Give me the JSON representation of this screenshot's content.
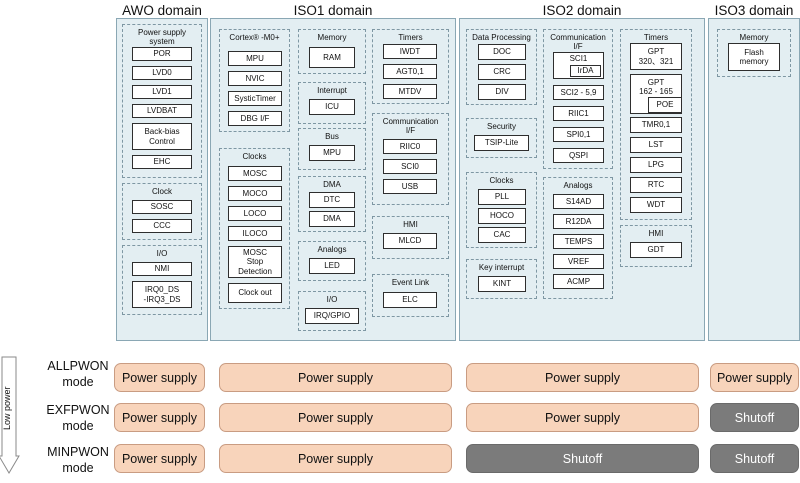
{
  "domains": [
    {
      "title": "AWO domain"
    },
    {
      "title": "ISO1 domain"
    },
    {
      "title": "ISO2 domain"
    },
    {
      "title": "ISO3 domain"
    }
  ],
  "groups": {
    "power_supply_system": {
      "title": "Power supply\nsystem",
      "modules": [
        "POR",
        "LVD0",
        "LVD1",
        "LVDBAT",
        "Back-bias\nControl",
        "EHC"
      ]
    },
    "clock": {
      "title": "Clock",
      "modules": [
        "SOSC",
        "CCC"
      ]
    },
    "awo_io": {
      "title": "I/O",
      "modules": [
        "NMI",
        "IRQ0_DS\n-IRQ3_DS"
      ]
    },
    "cortex": {
      "title": "Cortex® -M0+",
      "modules": [
        "MPU",
        "NVIC",
        "SysticTimer",
        "DBG I/F"
      ]
    },
    "clocks1": {
      "title": "Clocks",
      "modules": [
        "MOSC",
        "MOCO",
        "LOCO",
        "ILOCO",
        "MOSC\nStop\nDetection",
        "Clock out"
      ]
    },
    "memory1": {
      "title": "Memory",
      "modules": [
        "RAM"
      ]
    },
    "interrupt": {
      "title": "Interrupt",
      "modules": [
        "ICU"
      ]
    },
    "bus": {
      "title": "Bus",
      "modules": [
        "MPU"
      ]
    },
    "dma": {
      "title": "DMA",
      "modules": [
        "DTC",
        "DMA"
      ]
    },
    "analogs1": {
      "title": "Analogs",
      "modules": [
        "LED"
      ]
    },
    "io1": {
      "title": "I/O",
      "modules": [
        "IRQ/GPIO"
      ]
    },
    "timers1": {
      "title": "Timers",
      "modules": [
        "IWDT",
        "AGT0,1",
        "MTDV"
      ]
    },
    "comm1": {
      "title": "Communication\nI/F",
      "modules": [
        "RIIC0",
        "SCI0",
        "USB"
      ]
    },
    "hmi1": {
      "title": "HMI",
      "modules": [
        "MLCD"
      ]
    },
    "eventlink": {
      "title": "Event Link",
      "modules": [
        "ELC"
      ]
    },
    "dataproc": {
      "title": "Data Processing",
      "modules": [
        "DOC",
        "CRC",
        "DIV"
      ]
    },
    "security": {
      "title": "Security",
      "modules": [
        "TSIP-Lite"
      ]
    },
    "clocks2": {
      "title": "Clocks",
      "modules": [
        "PLL",
        "HOCO",
        "CAC"
      ]
    },
    "keyint": {
      "title": "Key interrupt",
      "modules": [
        "KINT"
      ]
    },
    "comm2": {
      "title": "Communication\nI/F",
      "modules": [
        "SCI1",
        "IrDA",
        "SCI2 - 5,9",
        "RIIC1",
        "SPI0,1",
        "QSPI"
      ]
    },
    "analogs2": {
      "title": "Analogs",
      "modules": [
        "S14AD",
        "R12DA",
        "TEMPS",
        "VREF",
        "ACMP"
      ]
    },
    "timers2": {
      "title": "Timers",
      "modules": [
        "GPT\n320、321",
        "GPT\n162 - 165",
        "POE",
        "TMR0,1",
        "LST",
        "LPG",
        "RTC",
        "WDT"
      ]
    },
    "hmi2": {
      "title": "HMI",
      "modules": [
        "GDT"
      ]
    },
    "memory3": {
      "title": "Memory",
      "modules": [
        "Flash\nmemory"
      ]
    }
  },
  "arrow_label": "Low power",
  "modes": [
    {
      "name": "ALLPWON\nmode",
      "states": [
        "Power supply",
        "Power supply",
        "Power supply",
        "Power supply"
      ]
    },
    {
      "name": "EXFPWON\nmode",
      "states": [
        "Power supply",
        "Power supply",
        "Power supply",
        "Shutoff"
      ]
    },
    {
      "name": "MINPWON\nmode",
      "states": [
        "Power supply",
        "Power supply",
        "Shutoff",
        "Shutoff"
      ]
    }
  ],
  "state_colors": {
    "Power supply": "#f8d4bb",
    "Shutoff": "#7b7b7b"
  }
}
